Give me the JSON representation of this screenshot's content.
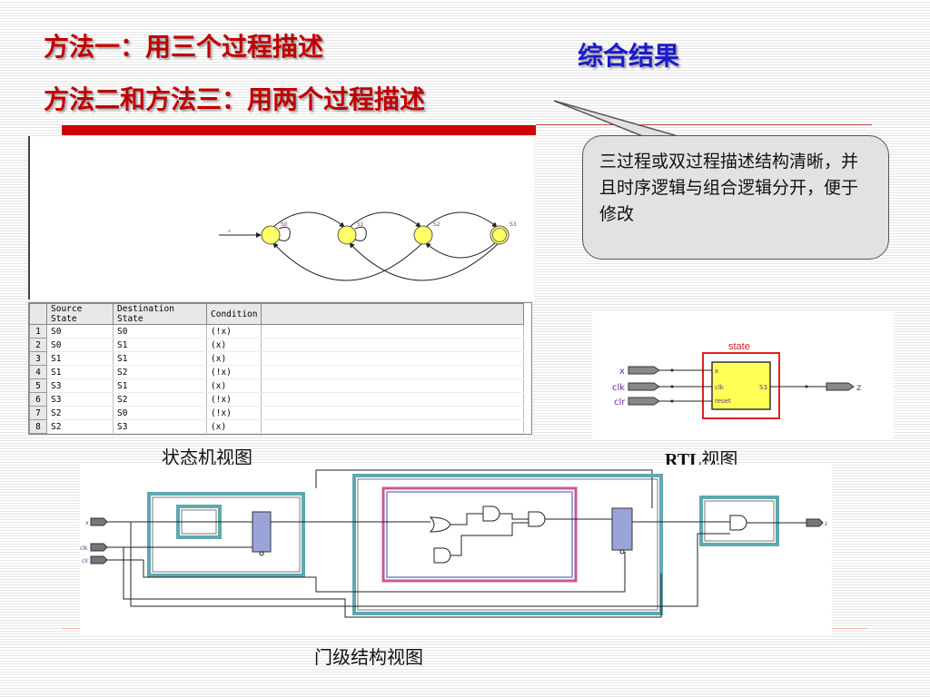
{
  "slide": {
    "title_line1": "方法一：用三个过程描述",
    "title_line2": "方法二和方法三：用两个过程描述",
    "synthesis_title": "综合结果",
    "callout_text": "三过程或双过程描述结构清晰，并且时序逻辑与组合逻辑分开，便于修改",
    "colors": {
      "title": "#c00000",
      "synthesis_title": "#1a1acc",
      "accent_bar": "#d00000"
    }
  },
  "fsm_view": {
    "caption": "状态机视图",
    "input_label": "x",
    "states": [
      "S0",
      "S1",
      "S2",
      "S3"
    ]
  },
  "state_table": {
    "columns": [
      "Source State",
      "Destination State",
      "Condition"
    ],
    "rows": [
      {
        "n": "1",
        "src": "S0",
        "dst": "S0",
        "cond": "(!x)"
      },
      {
        "n": "2",
        "src": "S0",
        "dst": "S1",
        "cond": "(x)"
      },
      {
        "n": "3",
        "src": "S1",
        "dst": "S1",
        "cond": "(x)"
      },
      {
        "n": "4",
        "src": "S1",
        "dst": "S2",
        "cond": "(!x)"
      },
      {
        "n": "5",
        "src": "S3",
        "dst": "S1",
        "cond": "(x)"
      },
      {
        "n": "6",
        "src": "S3",
        "dst": "S2",
        "cond": "(!x)"
      },
      {
        "n": "7",
        "src": "S2",
        "dst": "S0",
        "cond": "(!x)"
      },
      {
        "n": "8",
        "src": "S2",
        "dst": "S3",
        "cond": "(x)"
      }
    ]
  },
  "rtl_view": {
    "caption_bold": "RTL",
    "caption_rest": "视图",
    "block_name": "state",
    "inputs": [
      "x",
      "clk",
      "clr"
    ],
    "ports": [
      "x",
      "clk",
      "reset"
    ],
    "state_label": "S3",
    "output": "z"
  },
  "gate_view": {
    "caption": "门级结构视图",
    "inputs": [
      "x",
      "clk",
      "clr"
    ],
    "output": "z"
  }
}
